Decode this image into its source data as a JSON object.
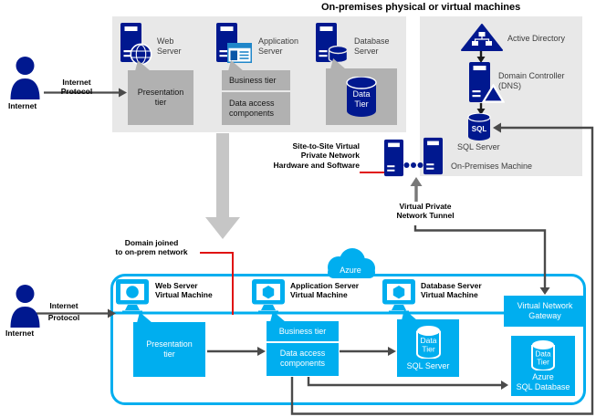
{
  "title": "On-premises physical or virtual machines",
  "internet_top": {
    "name": "Internet",
    "protocol": [
      "Internet",
      "Protocol"
    ]
  },
  "internet_bottom": {
    "name": "Internet",
    "protocol": [
      "Internet",
      "Protocol"
    ]
  },
  "onprem": {
    "web_server": [
      "Web",
      "Server"
    ],
    "app_server": [
      "Application",
      "Server"
    ],
    "db_server": [
      "Database",
      "Server"
    ],
    "presentation": [
      "Presentation",
      "tier"
    ],
    "business": "Business tier",
    "data_access": [
      "Data access",
      "components"
    ],
    "data_tier": [
      "Data",
      "Tier"
    ]
  },
  "directory": {
    "active_directory": "Active Directory",
    "domain_controller": [
      "Domain Controller",
      "(DNS)"
    ],
    "sql_badge": "SQL",
    "sql_server": "SQL Server",
    "onprem_machine": "On-Premises Machine"
  },
  "vpn": {
    "site_to_site": [
      "Site-to-Site Virtual",
      "Private Network",
      "Hardware and Software"
    ],
    "tunnel": [
      "Virtual Private",
      "Network Tunnel"
    ]
  },
  "azure": {
    "cloud": "Azure",
    "domain_joined": [
      "Domain joined",
      "to on-prem network"
    ],
    "web_vm": [
      "Web Server",
      "Virtual Machine"
    ],
    "app_vm": [
      "Application Server",
      "Virtual Machine"
    ],
    "db_vm": [
      "Database Server",
      "Virtual Machine"
    ],
    "presentation": [
      "Presentation",
      "tier"
    ],
    "business": "Business tier",
    "data_access": [
      "Data access",
      "components"
    ],
    "sql_box": {
      "data_tier": [
        "Data",
        "Tier"
      ],
      "label": "SQL Server"
    },
    "vng": [
      "Virtual Network",
      "Gateway"
    ],
    "azure_sql": {
      "data_tier": [
        "Data",
        "Tier"
      ],
      "label": [
        "Azure",
        "SQL Database"
      ]
    }
  },
  "colors": {
    "navy": "#00188f",
    "cyan": "#00aeef",
    "panel_gray": "#e8e8e8",
    "tier_gray": "#b1b1b1",
    "connector_gray": "#4a4a4a",
    "big_arrow_gray": "#c6c6c6",
    "red": "#e01212"
  }
}
